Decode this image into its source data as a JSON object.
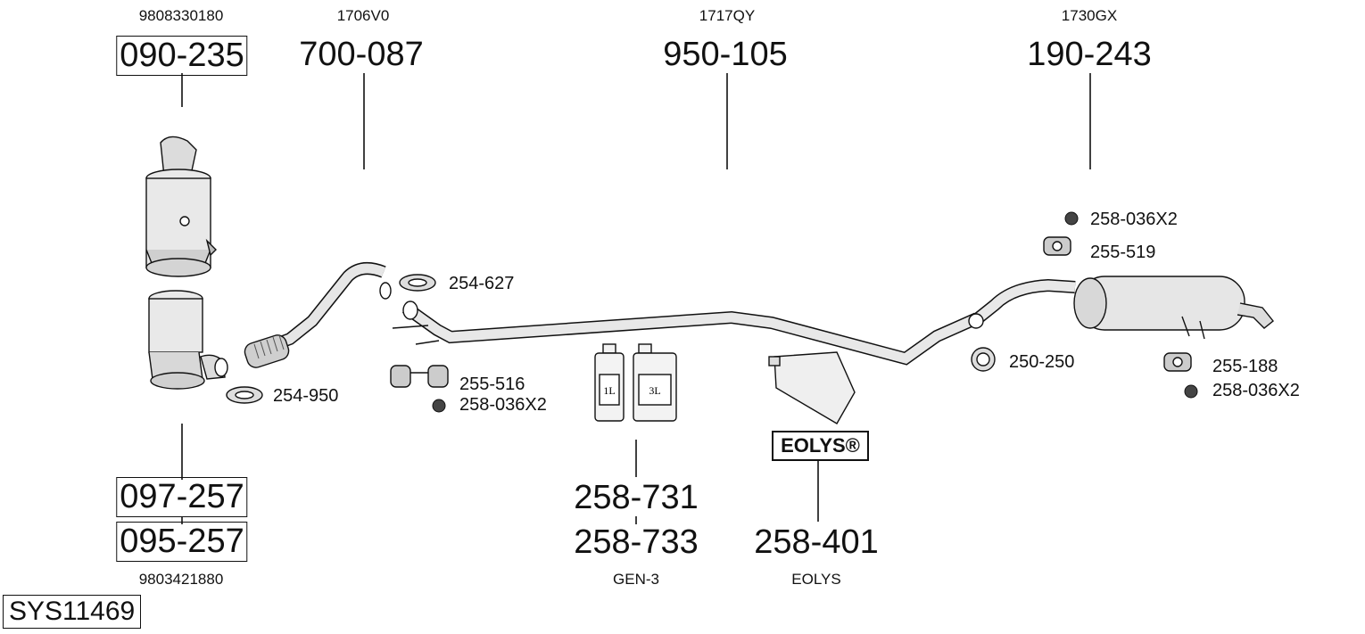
{
  "system_id": "SYS11469",
  "parts": {
    "dpf_upper": {
      "oem": "9808330180",
      "number": "090-235"
    },
    "front_pipe": {
      "oem": "1706V0",
      "number": "700-087"
    },
    "middle_pipe": {
      "oem": "1717QY",
      "number": "950-105"
    },
    "rear_silencer": {
      "oem": "1730GX",
      "number": "190-243"
    },
    "dpf_lower_a": {
      "number": "097-257"
    },
    "dpf_lower_b": {
      "number": "095-257",
      "oem": "9803421880"
    },
    "additive_a": {
      "number": "258-731"
    },
    "additive_b": {
      "number": "258-733",
      "sub": "GEN-3"
    },
    "eolys": {
      "number": "258-401",
      "sub": "EOLYS",
      "badge": "EOLYS®"
    }
  },
  "accessories": {
    "clamp_254_627": "254-627",
    "clamp_254_950": "254-950",
    "bracket_255_516": "255-516",
    "nut_258_036_mid": "258-036X2",
    "nut_258_036_top": "258-036X2",
    "bracket_255_519": "255-519",
    "clamp_250_250": "250-250",
    "bracket_255_188": "255-188",
    "nut_258_036_rear": "258-036X2"
  },
  "bottle_labels": {
    "small": "1L",
    "large": "3L"
  }
}
